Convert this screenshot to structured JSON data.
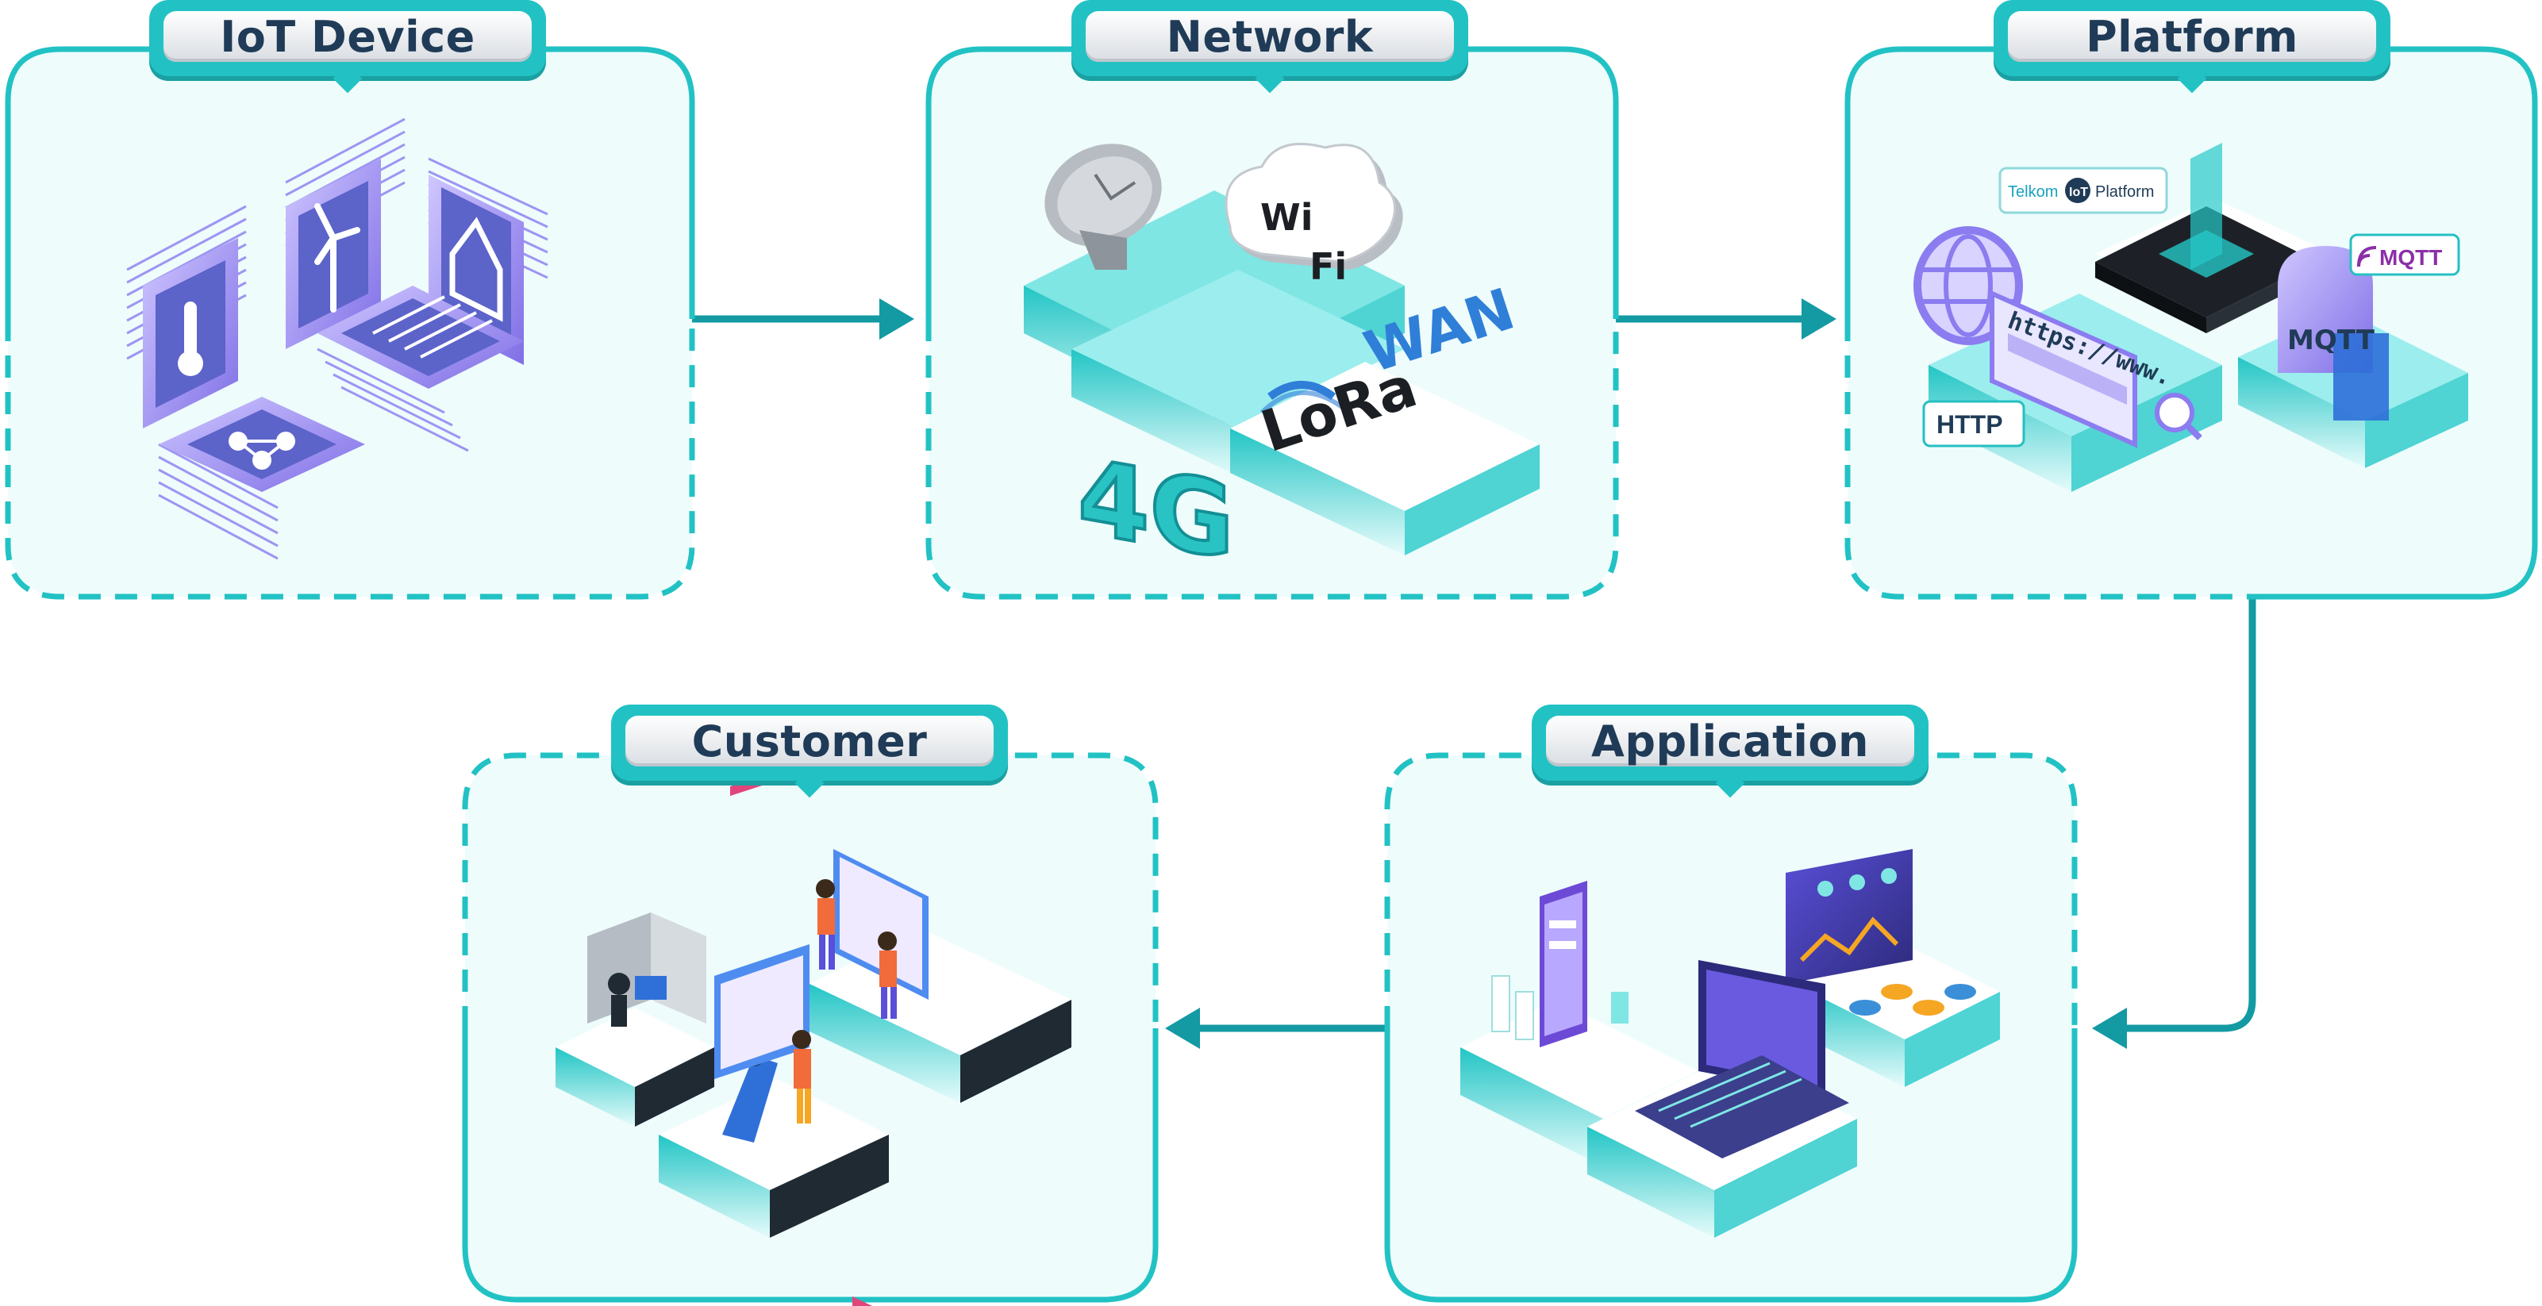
{
  "stages": [
    {
      "title": "IoT Device"
    },
    {
      "title": "Network"
    },
    {
      "title": "Platform"
    },
    {
      "title": "Application"
    },
    {
      "title": "Customer"
    }
  ],
  "network": {
    "wifi_top": "Wi",
    "wifi_bottom": "Fi",
    "cellular": "4G",
    "lora": "LoRa",
    "lorawan_suffix": "WAN"
  },
  "platform": {
    "brand_left": "Telkom",
    "brand_mid": "IoT",
    "brand_right": "Platform",
    "url": "https://www.",
    "http": "HTTP",
    "mqtt": "MQTT",
    "mqtt_cube": "MQTT"
  },
  "colors": {
    "frame": "#22c2c4",
    "panel": "#eefcfc",
    "arrow": "#139aa3",
    "title_text": "#1f3b57",
    "accent_purple": "#8b7cf0",
    "accent_orange": "#f5a623"
  }
}
